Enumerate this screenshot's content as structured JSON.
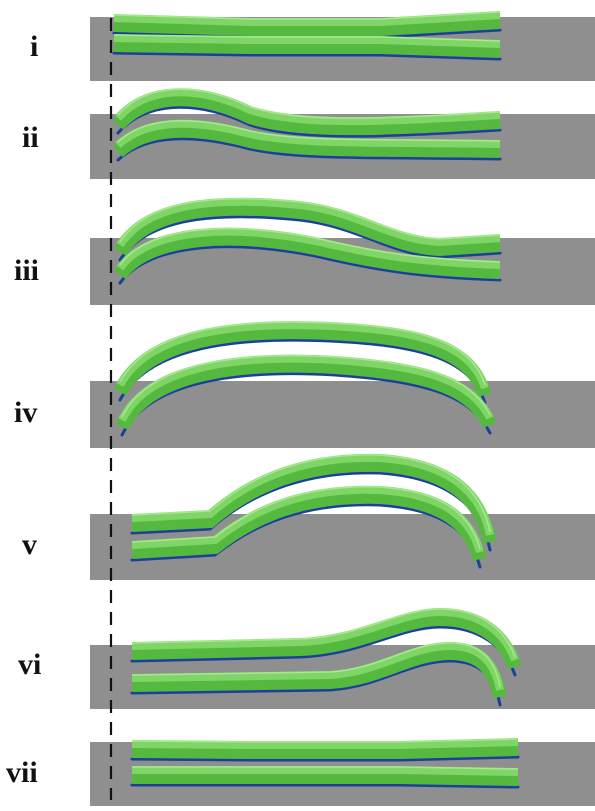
{
  "figure": {
    "panels": [
      {
        "label": "i"
      },
      {
        "label": "ii"
      },
      {
        "label": "iii"
      },
      {
        "label": "iv"
      },
      {
        "label": "v"
      },
      {
        "label": "vi"
      },
      {
        "label": "vii"
      }
    ]
  },
  "colors": {
    "strip": "#8f8f8f",
    "beam_top": "#7fd667",
    "beam_front": "#56b93f",
    "beam_edge": "#2b7a22",
    "under_line": "#1c3f9c",
    "dash": "#111111",
    "label": "#111111"
  }
}
